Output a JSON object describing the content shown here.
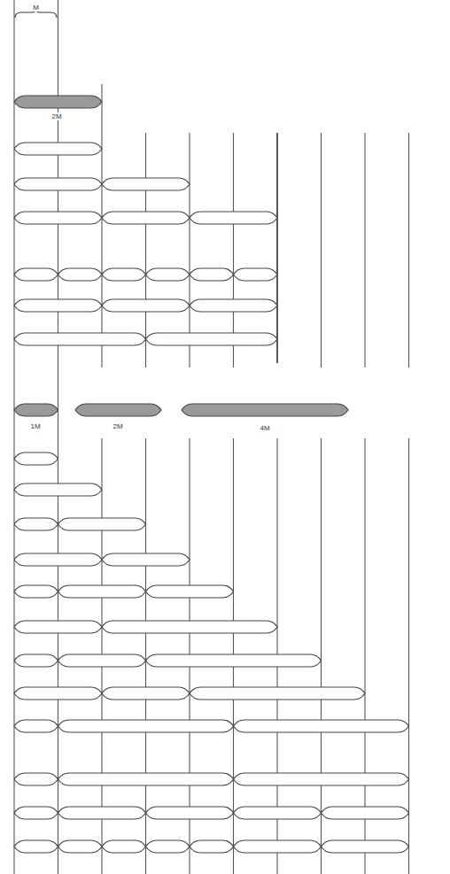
{
  "diagram": {
    "labels": [
      "M",
      "2M",
      "1M",
      "2M",
      "4M"
    ]
  }
}
